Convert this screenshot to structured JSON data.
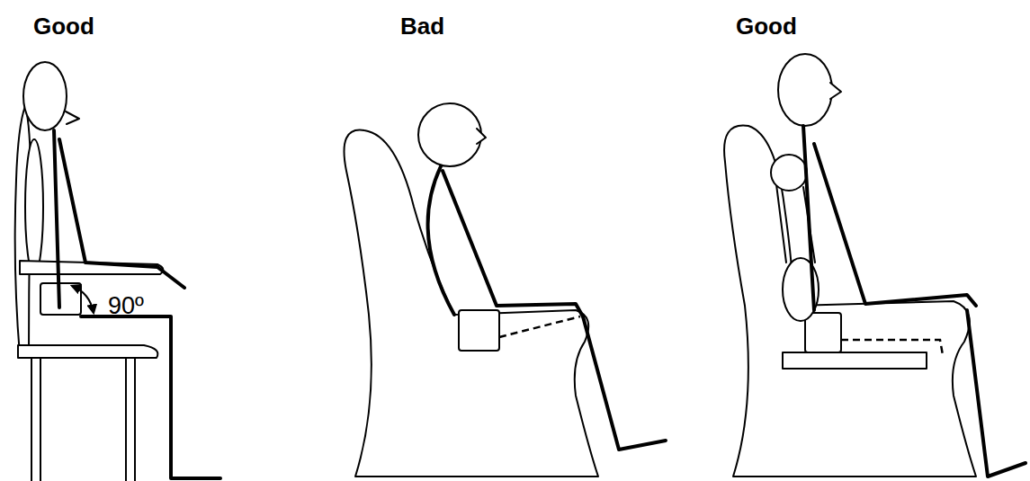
{
  "diagram": {
    "labels": [
      "Good",
      "Bad",
      "Good",
      "90º"
    ]
  }
}
